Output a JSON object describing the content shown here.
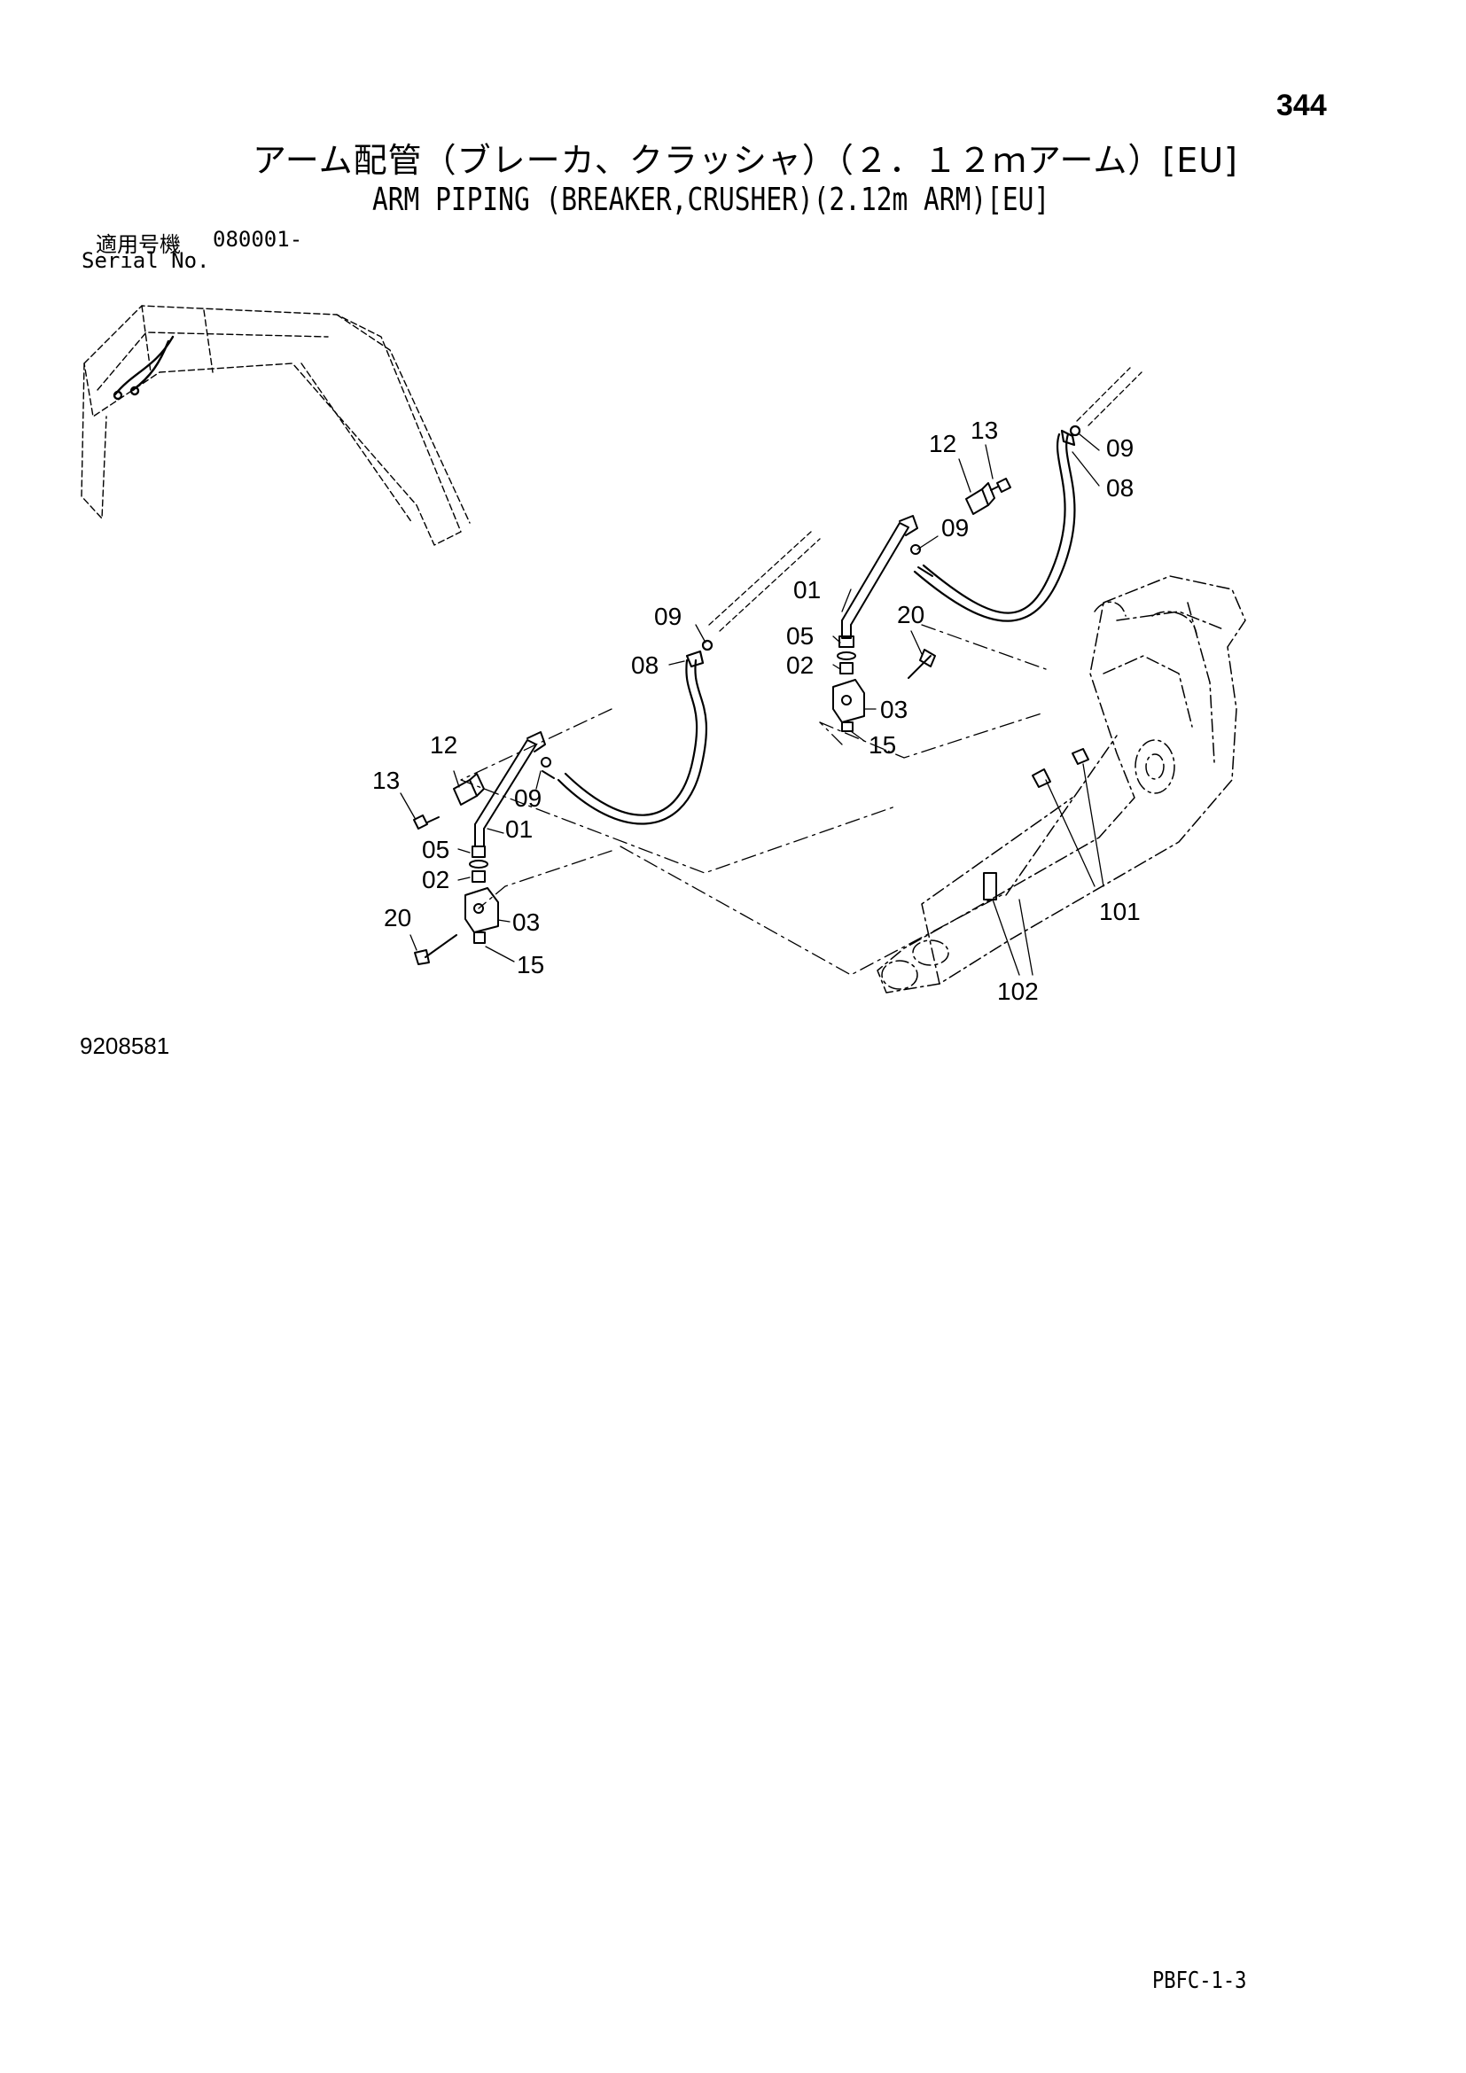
{
  "header": {
    "page_number": "344",
    "title_ja": "アーム配管（ブレーカ、クラッシャ）（２．１２ｍアーム）[EU]",
    "title_en": "ARM PIPING (BREAKER,CRUSHER)(2.12m ARM)[EU]",
    "serial_label_ja": "適用号機",
    "serial_value": "080001-",
    "serial_label_en": "Serial No."
  },
  "footer": {
    "drawing_number": "9208581",
    "page_code": "PBFC-1-3"
  },
  "diagram": {
    "part_labels": {
      "p12_right": "12",
      "p13_right": "13",
      "p09_right_top": "09",
      "p08_right": "08",
      "p09_right_mid": "09",
      "p01_right": "01",
      "p20_right": "20",
      "p05_right": "05",
      "p02_right": "02",
      "p03_right": "03",
      "p15_right": "15",
      "p09_left_top": "09",
      "p08_left": "08",
      "p12_left": "12",
      "p13_left": "13",
      "p09_left_mid": "09",
      "p01_left": "01",
      "p05_left": "05",
      "p02_left": "02",
      "p20_left": "20",
      "p03_left": "03",
      "p15_left": "15",
      "p101": "101",
      "p102": "102"
    }
  }
}
